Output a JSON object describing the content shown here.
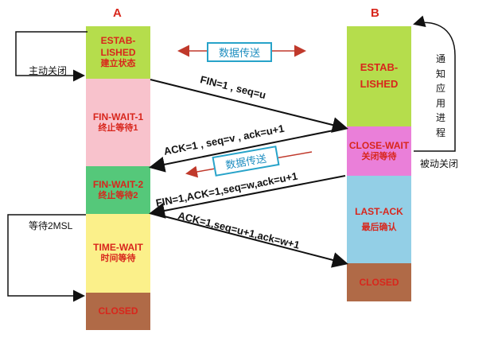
{
  "headers": {
    "client": "A",
    "server": "B"
  },
  "client_states": [
    {
      "en": "ESTAB-\nLISHED",
      "zh": "建立状态",
      "color": "#b5dd4c"
    },
    {
      "en": "FIN-WAIT-1",
      "zh": "终止等待1",
      "color": "#f8c2cc"
    },
    {
      "en": "FIN-WAIT-2",
      "zh": "终止等待2",
      "color": "#55c87a"
    },
    {
      "en": "TIME-WAIT",
      "zh": "时间等待",
      "color": "#fbf08a"
    },
    {
      "en": "CLOSED",
      "zh": "",
      "color": "#b06a47"
    }
  ],
  "server_states": [
    {
      "en": "ESTAB-\nLISHED",
      "zh": "",
      "color": "#b5dd4c"
    },
    {
      "en": "CLOSE-WAIT",
      "zh": "关闭等待",
      "color": "#ea7fd9"
    },
    {
      "en": "LAST-ACK",
      "zh": "最后确认",
      "color": "#93cfe6"
    },
    {
      "en": "CLOSED",
      "zh": "",
      "color": "#b06a47"
    }
  ],
  "messages": [
    {
      "text": "FIN=1 , seq=u"
    },
    {
      "text": "ACK=1 , seq=v , ack=u+1"
    },
    {
      "text": "FIN=1,ACK=1,seq=w,ack=u+1"
    },
    {
      "text": "ACK=1,seq=u+1,ack=w+1"
    }
  ],
  "data_transfer_top": "数据传送",
  "data_transfer_mid": "数据传送",
  "client_active_close": "主动关闭",
  "client_wait_2msl": "等待2MSL",
  "server_notify": "通知\n应用\n进程",
  "server_passive_close": "被动关闭",
  "colors": {
    "state_text": "#d8261c",
    "arrow": "#111111",
    "data_arrow": "#c0392b",
    "box_border": "#27a3c9",
    "box_text": "#1f8ec0"
  }
}
